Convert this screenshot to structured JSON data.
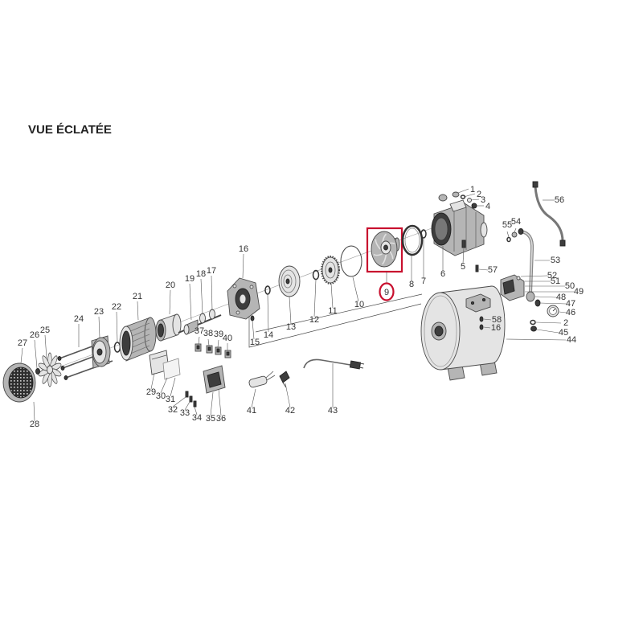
{
  "title": "VUE ÉCLATÉE",
  "labels": [
    "1",
    "2",
    "3",
    "4",
    "5",
    "6",
    "7",
    "8",
    "9",
    "10",
    "11",
    "12",
    "13",
    "14",
    "15",
    "16",
    "17",
    "18",
    "19",
    "20",
    "21",
    "22",
    "23",
    "24",
    "25",
    "26",
    "27",
    "28",
    "29",
    "30",
    "31",
    "32",
    "33",
    "34",
    "35",
    "36",
    "37",
    "38",
    "39",
    "40",
    "41",
    "42",
    "43",
    "44",
    "45",
    "46",
    "47",
    "48",
    "49",
    "50",
    "51",
    "52",
    "53",
    "54",
    "55",
    "56",
    "57",
    "58",
    "2",
    "16"
  ],
  "colors": {
    "highlight": "#c8102e",
    "line": "#4a4a4a",
    "fill_light": "#e4e4e4",
    "fill_mid": "#b5b5b5",
    "fill_dark": "#3d3d3d"
  }
}
